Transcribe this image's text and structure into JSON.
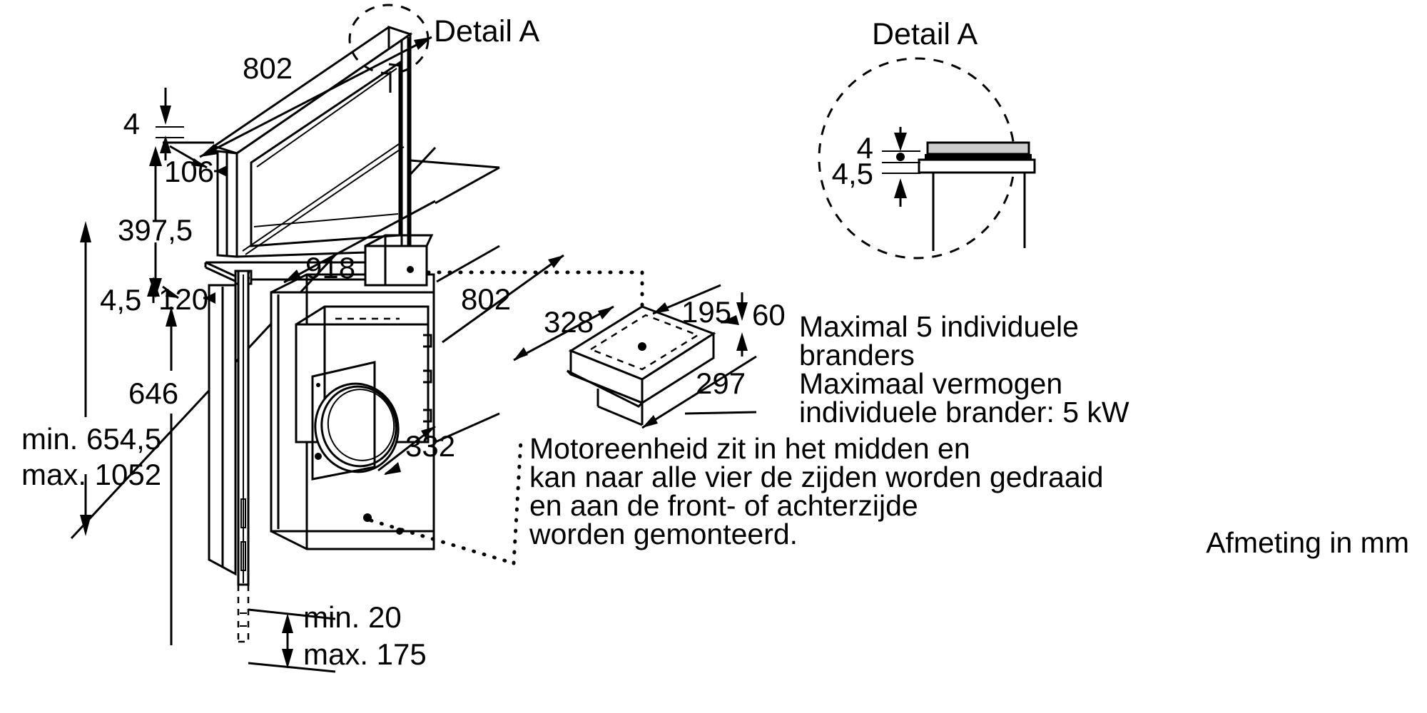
{
  "drawing": {
    "title_detail_a_left": "Detail A",
    "title_detail_a_right": "Detail A",
    "unit_note": "Afmeting in mm",
    "dimensions": {
      "top_width": "802",
      "edge_thickness": "4",
      "front_depth": "106",
      "panel_height": "397,5",
      "glass_thickness": "4,5",
      "base_height": "120",
      "body_width": "918",
      "duct_width": "802",
      "total_min": "min. 654,5",
      "total_max": "max. 1052",
      "lower_height": "646",
      "motor_depth": "332",
      "floor_min": "min. 20",
      "floor_max": "max. 175",
      "motor_length": "328",
      "motor_width": "195",
      "motor_height": "60",
      "motor_depth2": "297",
      "detail_gap_top": "4",
      "detail_gap_bottom": "4,5"
    },
    "notes": {
      "burners": "Maximal 5 individuele branders",
      "power": "Maximaal vermogen individuele brander: 5 kW",
      "burners_line1": "Maximal 5 individuele",
      "burners_line2": "branders",
      "power_line1": "Maximaal vermogen",
      "power_line2": "individuele brander: 5 kW",
      "motor_line1": "Motoreenheid zit in het midden en",
      "motor_line2": "kan naar alle vier de zijden worden gedraaid",
      "motor_line3": "en aan de front- of achterzijde",
      "motor_line4": "worden gemonteerd."
    }
  },
  "colors": {
    "line": "#000000",
    "background": "#ffffff",
    "glass_fill": "#cccccc"
  }
}
